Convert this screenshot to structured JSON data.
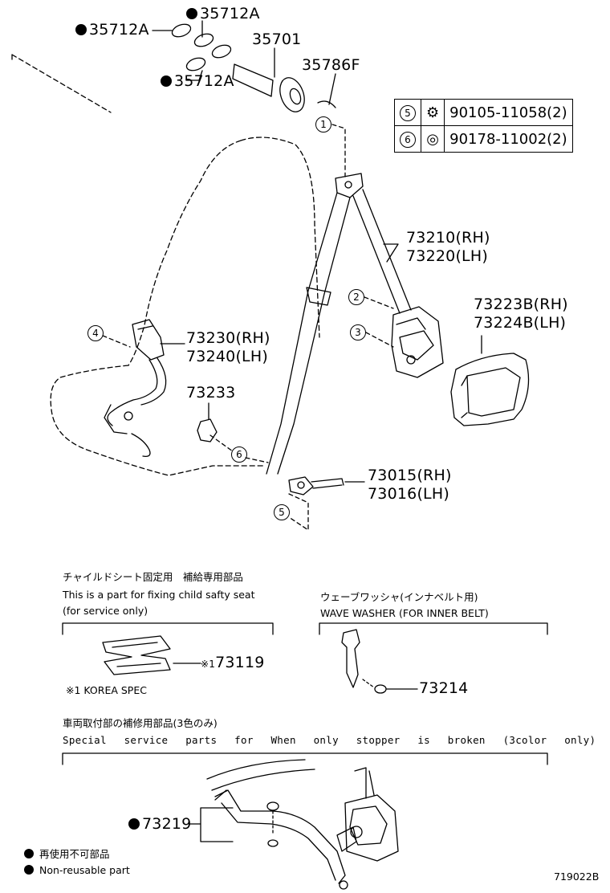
{
  "parts": {
    "p35712a_left": "35712A",
    "p35712a_top": "35712A",
    "p35712a_bottom": "35712A",
    "p35701": "35701",
    "p35786f": "35786F",
    "p73210": "73210(RH)",
    "p73220": "73220(LH)",
    "p73223b": "73223B(RH)",
    "p73224b": "73224B(LH)",
    "p73230": "73230(RH)",
    "p73240": "73240(LH)",
    "p73233": "73233",
    "p73015": "73015(RH)",
    "p73016": "73016(LH)",
    "p73119": "73119",
    "p73119_mark": "※1",
    "p73214": "73214",
    "p73219": "73219"
  },
  "callouts": [
    "1",
    "2",
    "3",
    "4",
    "5",
    "6"
  ],
  "reference_table": {
    "rows": [
      {
        "num": "5",
        "part": "90105-11058(2)"
      },
      {
        "num": "6",
        "part": "90178-11002(2)"
      }
    ]
  },
  "sections": {
    "child_seat": {
      "title_jp": "チャイルドシート固定用　補給専用部品",
      "title_en": "This is a part for fixing child safty seat",
      "note_en": "(for service only)",
      "korea_spec": "※1 KOREA SPEC"
    },
    "wave_washer": {
      "title_jp": "ウェーブワッシャ(インナベルト用)",
      "title_en": "WAVE WASHER (FOR INNER BELT)"
    },
    "stopper": {
      "title_jp": "車両取付部の補修用部品(3色のみ)",
      "title_en": "Special service parts for When only stopper is broken (3color only)"
    }
  },
  "legend": {
    "jp": "再使用不可部品",
    "en": "Non-reusable part"
  },
  "figure_id": "719022B"
}
